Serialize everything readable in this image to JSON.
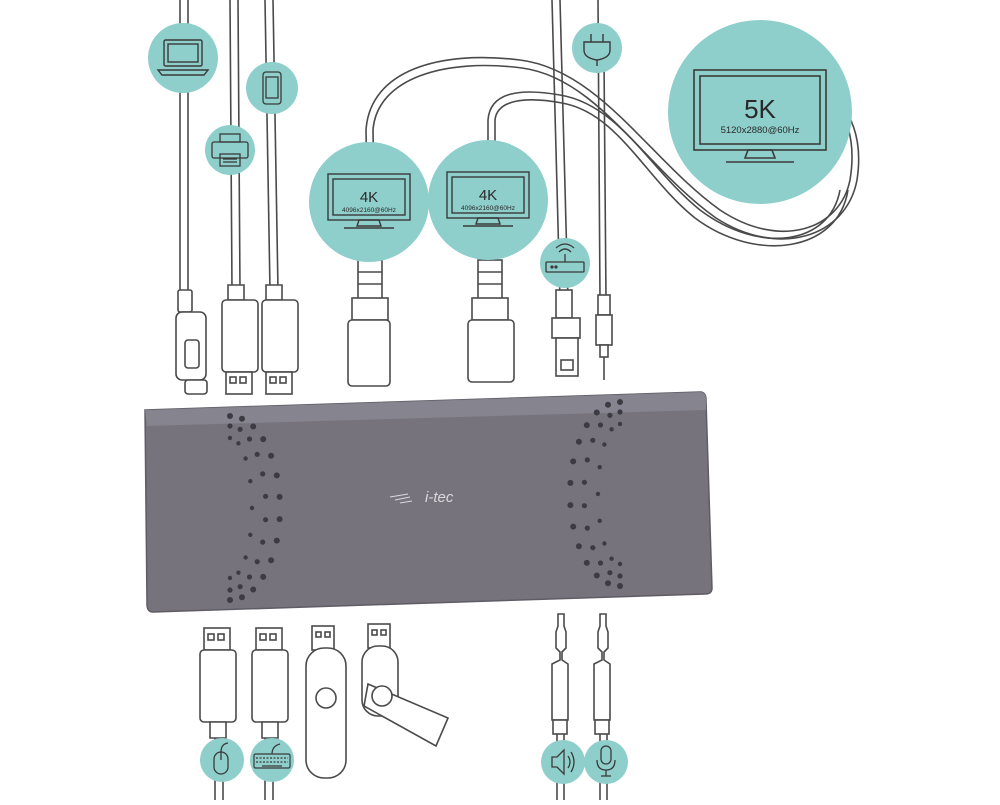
{
  "diagram": {
    "colors": {
      "badge": "#8ecfcb",
      "dock_body": "#76737d",
      "dock_top": "#8a8790",
      "stroke": "#4a4a4a"
    },
    "brand_logo": "i-tec",
    "displays": [
      {
        "id": "display-4k-left",
        "resolution": "4K",
        "detail": "4096x2160@60Hz"
      },
      {
        "id": "display-4k-right",
        "resolution": "4K",
        "detail": "4096x2160@60Hz"
      },
      {
        "id": "display-5k",
        "resolution": "5K",
        "detail": "5120x2880@60Hz"
      }
    ],
    "top_devices": [
      "laptop-icon",
      "printer-icon",
      "smartphone-icon",
      "router-icon",
      "power-plug-icon"
    ],
    "bottom_devices": [
      "mouse-icon",
      "keyboard-icon",
      "speaker-icon",
      "microphone-icon"
    ]
  }
}
